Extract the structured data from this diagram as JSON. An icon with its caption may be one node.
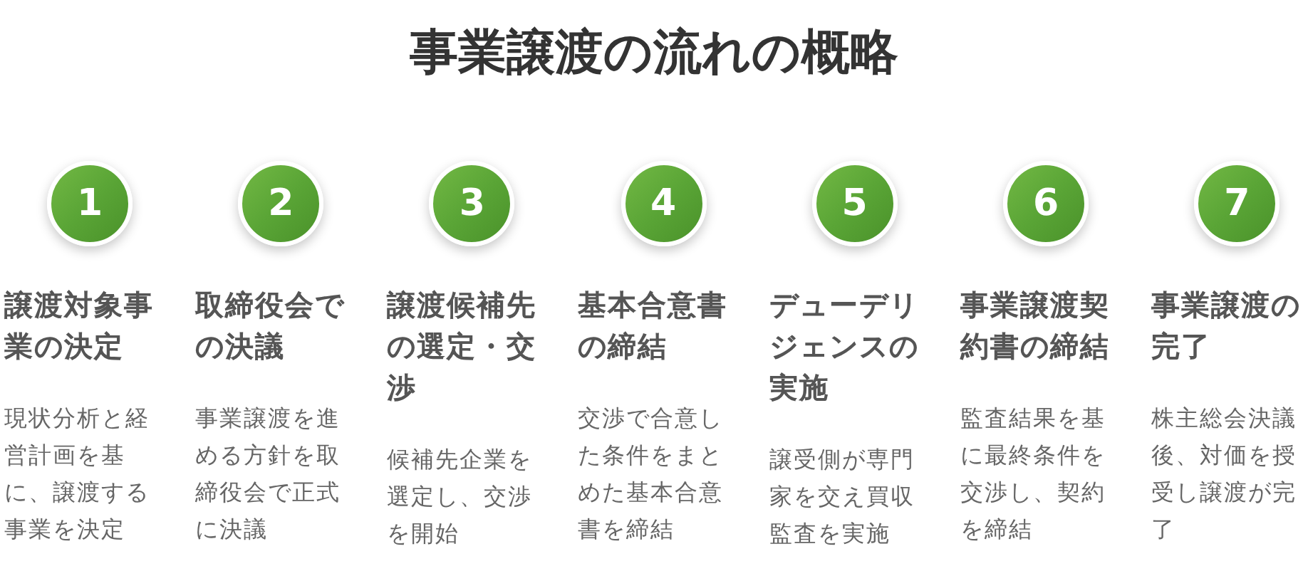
{
  "diagram": {
    "title": "事業譲渡の流れの概略",
    "nodes": [
      {
        "text": [
          "1"
        ],
        "beside": [
          "譲渡対象事業の決定",
          "現状分析と経営計画を基に、譲渡する事業を決定"
        ]
      },
      {
        "text": [
          "2"
        ],
        "beside": [
          "取締役会での決議",
          "事業譲渡を進める方針を取締役会で正式に決議"
        ]
      },
      {
        "text": [
          "3"
        ],
        "beside": [
          "譲渡候補先の選定・交渉",
          "候補先企業を選定し、交渉を開始"
        ]
      },
      {
        "text": [
          "4"
        ],
        "beside": [
          "基本合意書の締結",
          "交渉で合意した条件をまとめた基本合意書を締結"
        ]
      },
      {
        "text": [
          "5"
        ],
        "beside": [
          "デューデリジェンスの実施",
          "譲受側が専門家を交え買収監査を実施"
        ]
      },
      {
        "text": [
          "6"
        ],
        "beside": [
          "事業譲渡契約書の締結",
          "監査結果を基に最終条件を交渉し、契約を締結"
        ]
      },
      {
        "text": [
          "7"
        ],
        "beside": [
          "事業譲渡の完了",
          "株主総会決議後、対価を授受し譲渡が完了"
        ]
      }
    ]
  }
}
